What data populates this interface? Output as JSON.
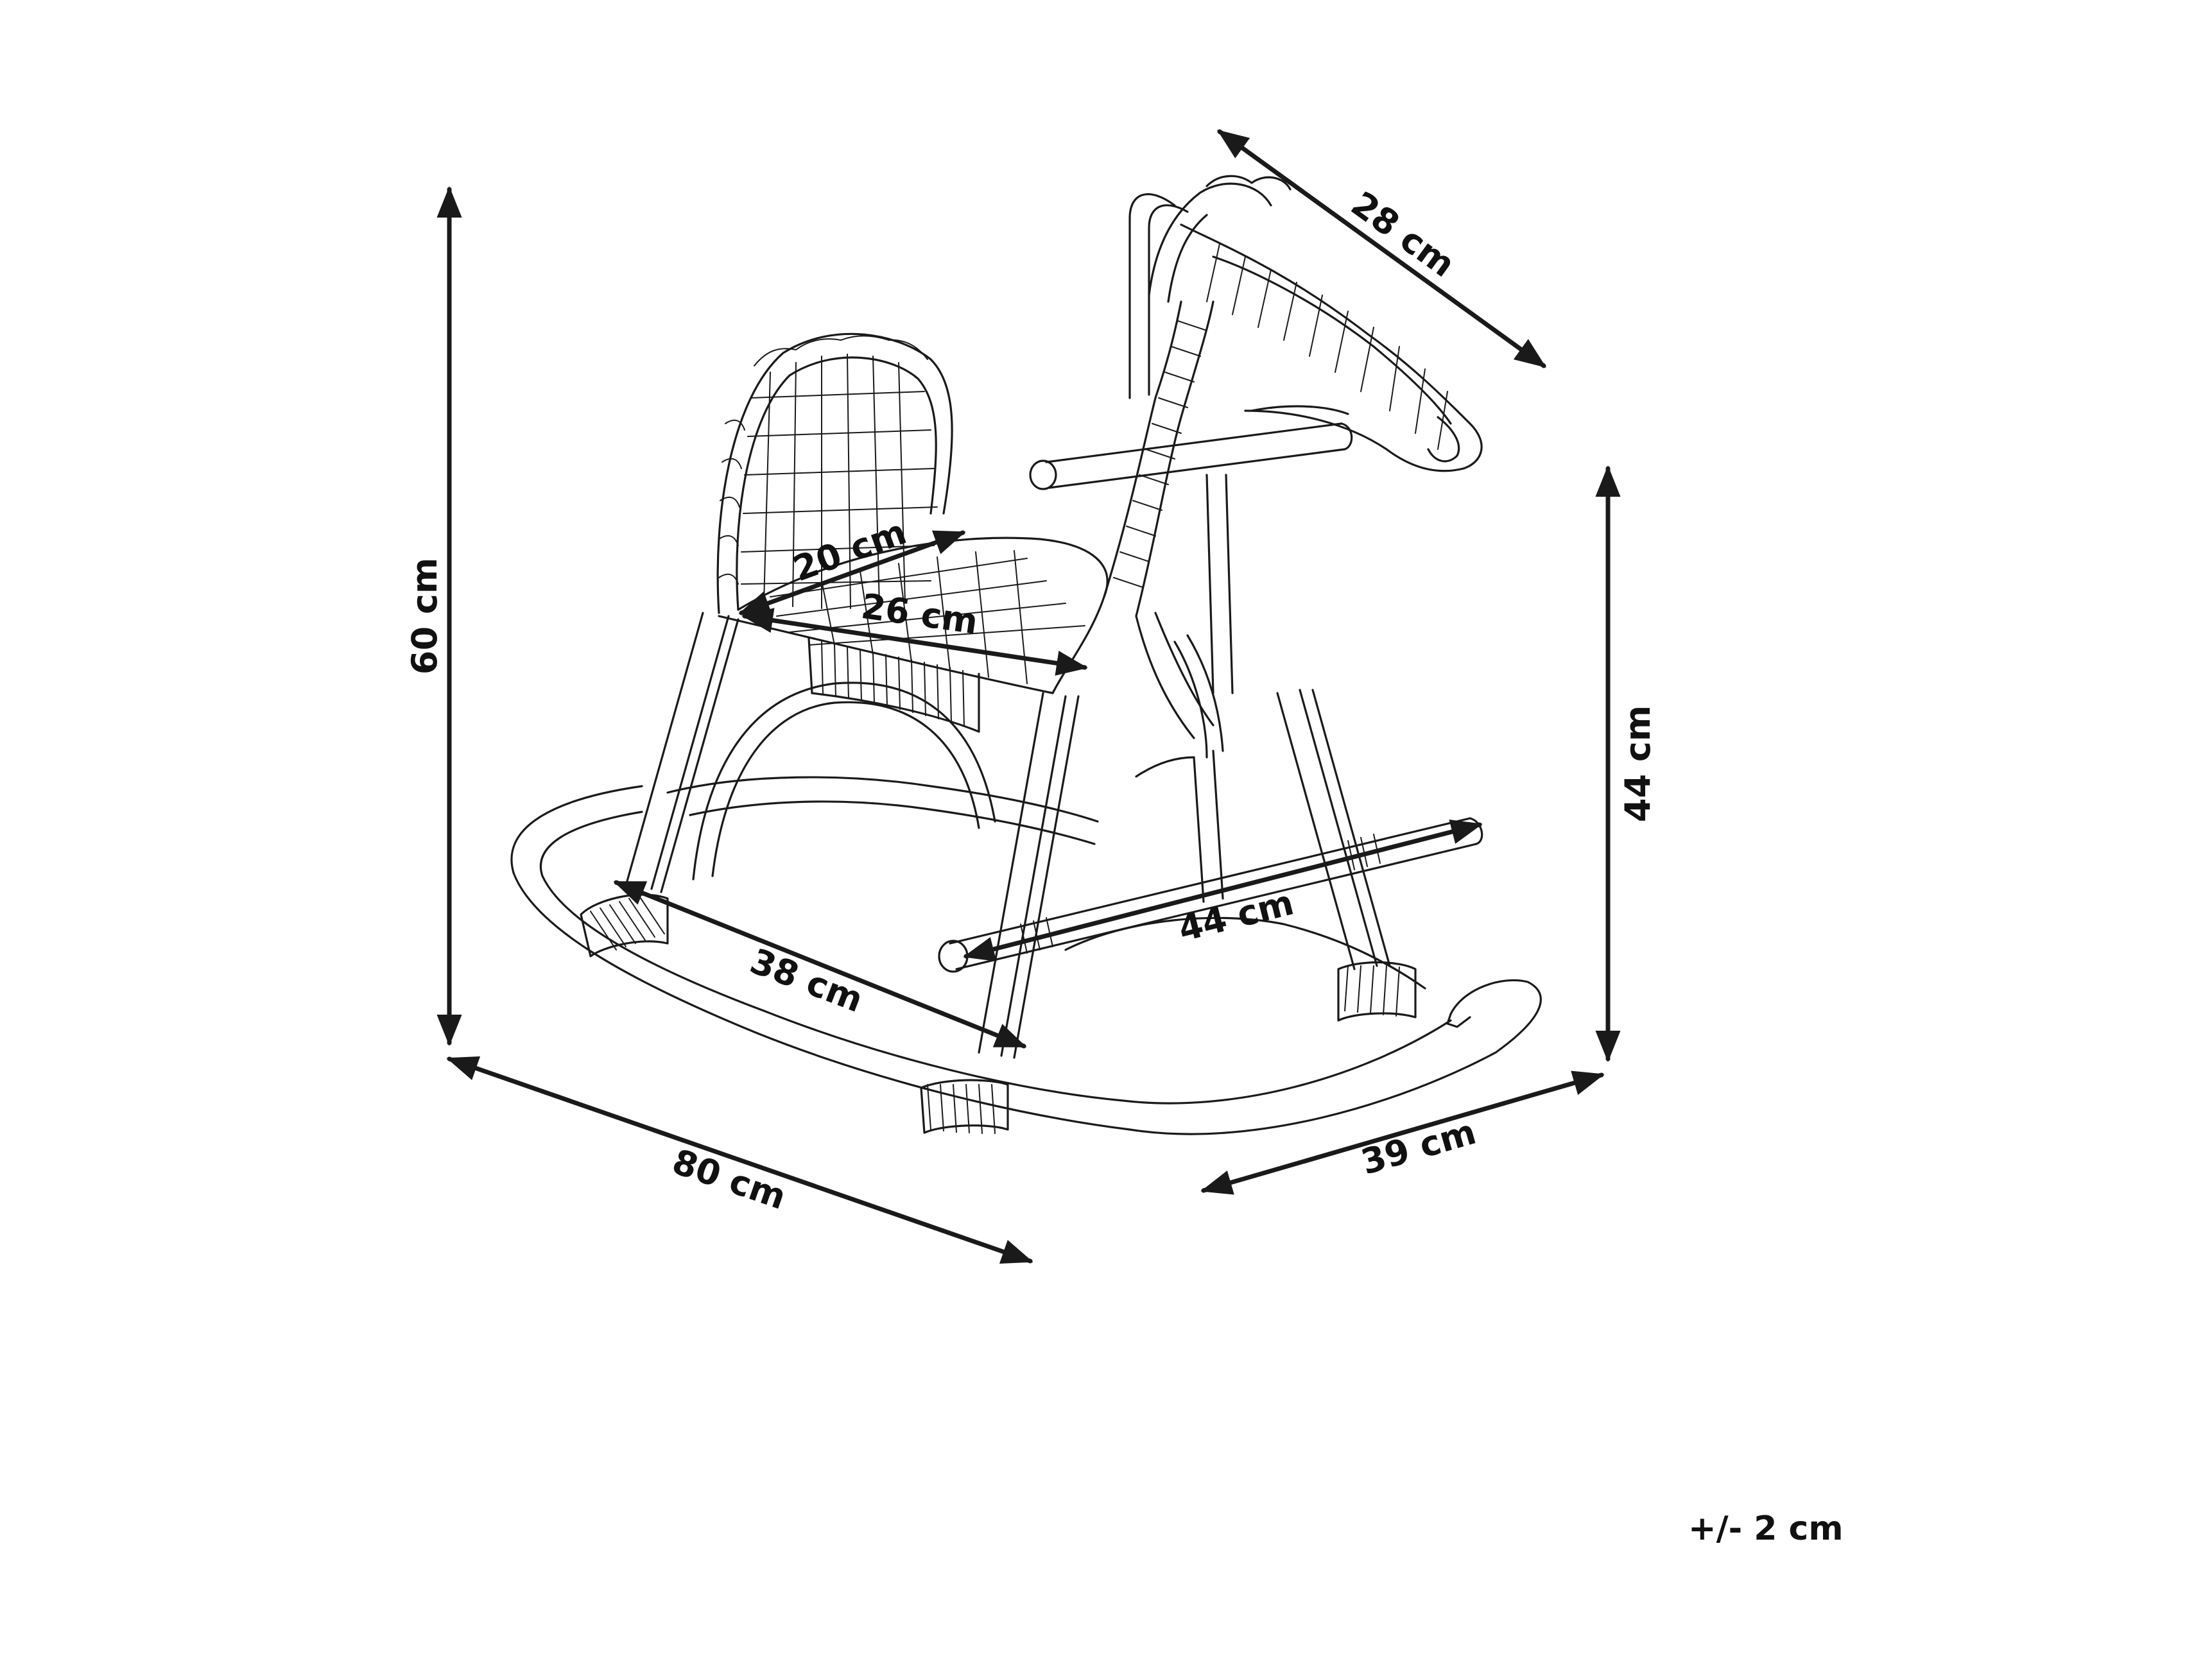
{
  "dimensions": {
    "total_height": "60 cm",
    "head_length": "28 cm",
    "seat_width": "20 cm",
    "seat_length": "26 cm",
    "seat_height": "44 cm",
    "footrest_width": "44 cm",
    "leg_spacing": "38 cm",
    "total_length": "80 cm",
    "total_width": "39 cm"
  },
  "tolerance": "+/- 2 cm"
}
